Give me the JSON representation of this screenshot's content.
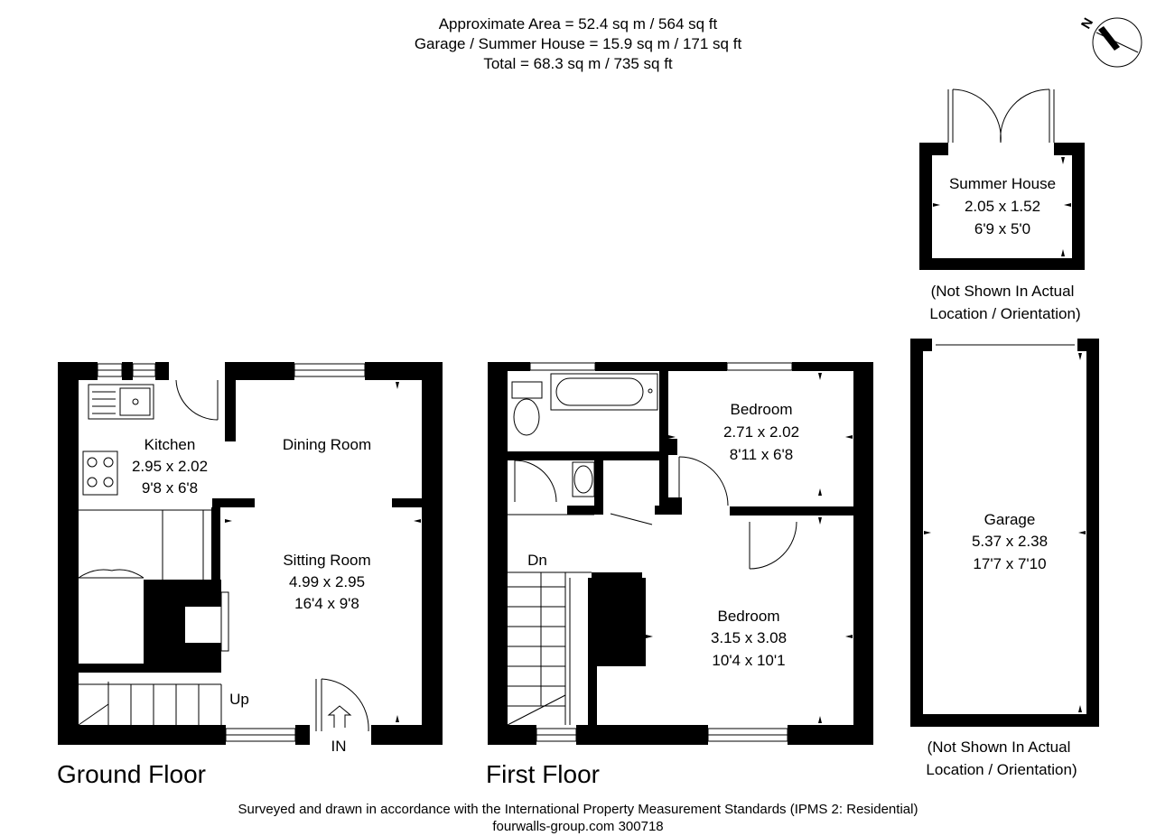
{
  "header": {
    "area_line": "Approximate Area = 52.4 sq m / 564 sq ft",
    "garage_line": "Garage / Summer House = 15.9 sq m / 171 sq ft",
    "total_line": "Total = 68.3 sq m / 735 sq ft"
  },
  "compass": {
    "north_label": "N"
  },
  "ground_floor": {
    "title": "Ground Floor",
    "kitchen": {
      "name": "Kitchen",
      "metric": "2.95 x 2.02",
      "imperial": "9'8 x 6'8"
    },
    "dining": {
      "name": "Dining Room"
    },
    "sitting": {
      "name": "Sitting Room",
      "metric": "4.99 x 2.95",
      "imperial": "16'4 x 9'8"
    },
    "stairs_label": "Up",
    "entrance_label": "IN"
  },
  "first_floor": {
    "title": "First Floor",
    "bedroom1": {
      "name": "Bedroom",
      "metric": "2.71 x 2.02",
      "imperial": "8'11 x 6'8"
    },
    "bedroom2": {
      "name": "Bedroom",
      "metric": "3.15 x 3.08",
      "imperial": "10'4 x 10'1"
    },
    "stairs_label": "Dn"
  },
  "summer_house": {
    "name": "Summer House",
    "metric": "2.05 x 1.52",
    "imperial": "6'9 x 5'0",
    "note_line1": "(Not Shown In Actual",
    "note_line2": "Location / Orientation)"
  },
  "garage": {
    "name": "Garage",
    "metric": "5.37 x 2.38",
    "imperial": "17'7 x 7'10",
    "note_line1": "(Not Shown In Actual",
    "note_line2": "Location / Orientation)"
  },
  "footer": {
    "line1": "Surveyed and drawn in accordance with the International Property Measurement Standards (IPMS 2: Residential)",
    "line2": "fourwalls-group.com 300718"
  },
  "colors": {
    "wall": "#000000",
    "background": "#ffffff"
  }
}
